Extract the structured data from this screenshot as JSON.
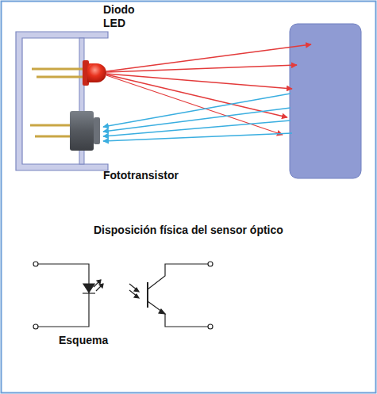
{
  "diagram": {
    "labels": [
      "Diodo LED",
      "Fototransistor",
      "Disposición física del sensor óptico",
      "Esquema"
    ]
  }
}
